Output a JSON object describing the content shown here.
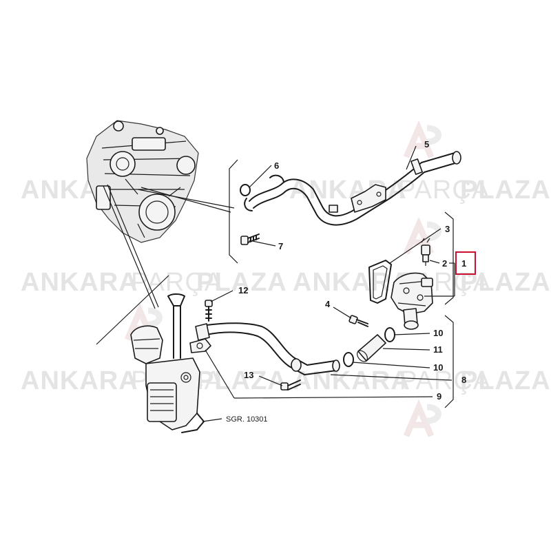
{
  "watermark": {
    "word1": "ANKARA",
    "word2": "PARÇA",
    "word3": "PLAZA"
  },
  "labels": {
    "p1": "1",
    "p2": "2",
    "p3": "3",
    "p4": "4",
    "p5": "5",
    "p6": "6",
    "p7": "7",
    "p8": "8",
    "p9": "9",
    "p10a": "10",
    "p10b": "10",
    "p11": "11",
    "p12": "12",
    "p13": "13"
  },
  "diagram_code": "SGR. 10301",
  "highlight_color": "#c8102e"
}
